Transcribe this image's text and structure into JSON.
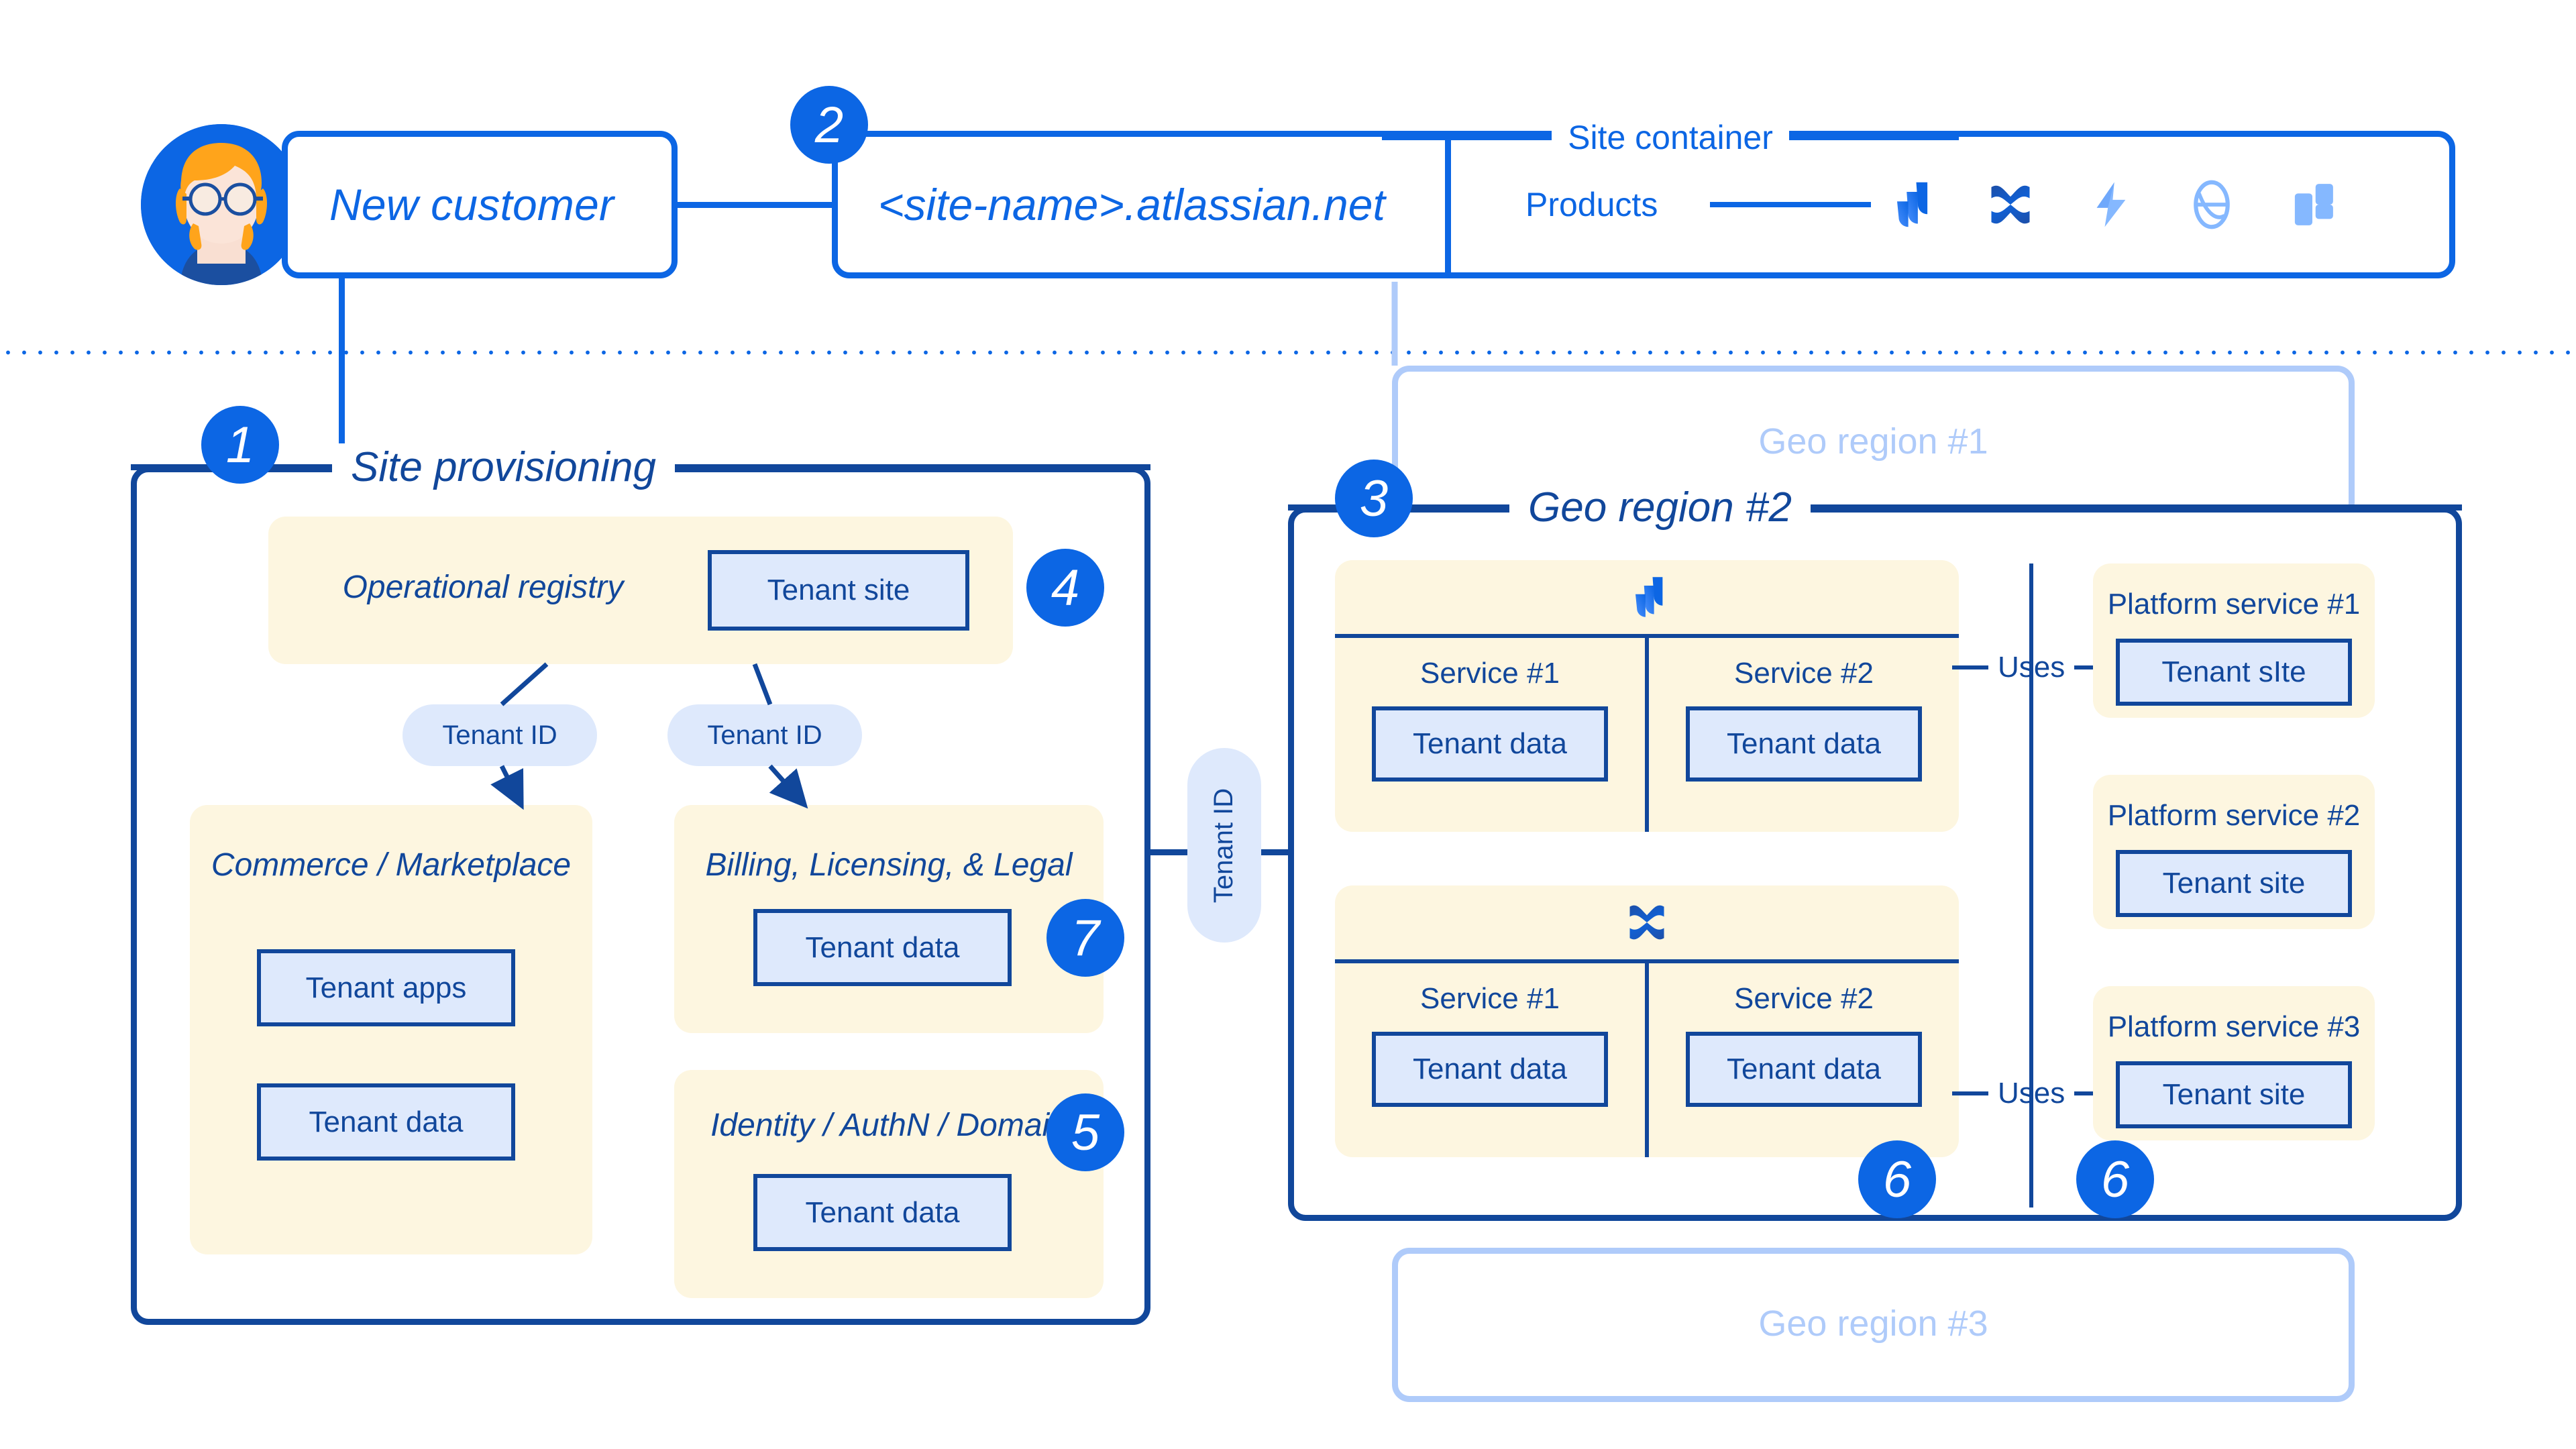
{
  "colors": {
    "bright_blue": "#0C66E4",
    "navy": "#11479B",
    "light_blue_fill": "#DEE9FC",
    "cream": "#FDF6E0",
    "ghost_blue": "#AFCBFA",
    "white": "#FFFFFF"
  },
  "top": {
    "avatar_name": "customer-avatar",
    "new_customer_label": "New customer",
    "site_name_label": "<site-name>.atlassian.net",
    "site_container_caption": "Site container",
    "products_label": "Products",
    "product_icons": [
      "jira-icon",
      "confluence-icon",
      "jira-service-management-icon",
      "compass-icon",
      "trello-icon"
    ],
    "badge_2": "2"
  },
  "provisioning": {
    "badge_1": "1",
    "title": "Site provisioning",
    "operational_registry": {
      "label": "Operational registry",
      "tenant_site_box": "Tenant site",
      "badge_4": "4"
    },
    "tenant_id_pills": [
      "Tenant ID",
      "Tenant ID"
    ],
    "commerce": {
      "title": "Commerce / Marketplace",
      "boxes": [
        "Tenant apps",
        "Tenant data"
      ]
    },
    "billing": {
      "title": "Billing, Licensing, & Legal",
      "boxes": [
        "Tenant data"
      ],
      "badge_7": "7"
    },
    "identity": {
      "title": "Identity / AuthN / Domain",
      "boxes": [
        "Tenant data"
      ],
      "badge_5": "5"
    }
  },
  "middle": {
    "tenant_id_vertical": "Tenant ID"
  },
  "geo": {
    "ghost_region_1": "Geo region #1",
    "ghost_region_3": "Geo region #3",
    "badge_3": "3",
    "region_2_title": "Geo region #2",
    "product_groups": [
      {
        "icon": "jira-icon",
        "services": [
          {
            "name": "Service #1",
            "box": "Tenant data"
          },
          {
            "name": "Service #2",
            "box": "Tenant data"
          }
        ]
      },
      {
        "icon": "confluence-icon",
        "services": [
          {
            "name": "Service #1",
            "box": "Tenant data"
          },
          {
            "name": "Service #2",
            "box": "Tenant data"
          }
        ]
      }
    ],
    "uses_label_top": "Uses",
    "uses_label_bottom": "Uses",
    "badge_6_left": "6",
    "badge_6_right": "6",
    "platform_services": [
      {
        "title": "Platform service #1",
        "box": "Tenant sIte"
      },
      {
        "title": "Platform service #2",
        "box": "Tenant site"
      },
      {
        "title": "Platform service #3",
        "box": "Tenant site"
      }
    ]
  }
}
